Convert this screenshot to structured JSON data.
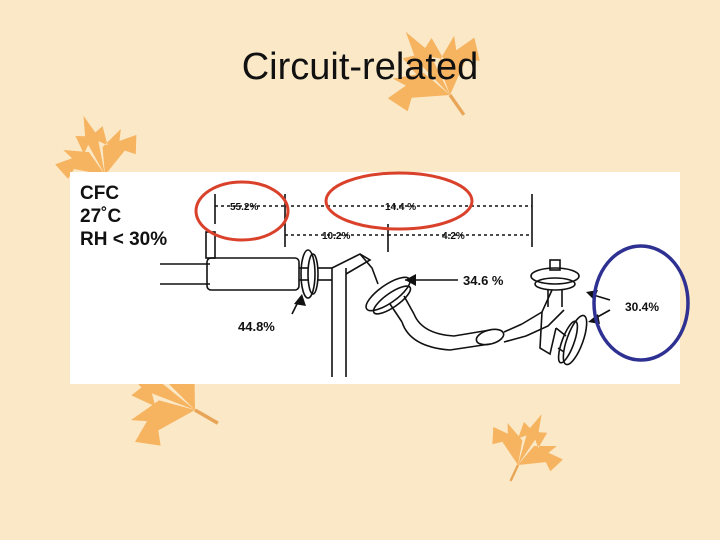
{
  "slide": {
    "title": "Circuit-related",
    "colors": {
      "background": "#fbe8c6",
      "leaf_orange": "#f4a13e",
      "highlight_red": "#d9412b",
      "highlight_blue": "#2e3192"
    },
    "decorations": [
      "maple-leaf-icon",
      "maple-leaf-icon",
      "maple-leaf-icon",
      "maple-leaf-icon"
    ]
  },
  "diagram": {
    "conditions": [
      "CFC",
      "27˚C",
      "RH < 30%"
    ],
    "labels": {
      "p552": "55.2%",
      "p144": "14.4 %",
      "p102": "10.2%",
      "p42": "4.2%",
      "p346": "34.6 %",
      "p448": "44.8%",
      "p304": "30.4%"
    }
  }
}
